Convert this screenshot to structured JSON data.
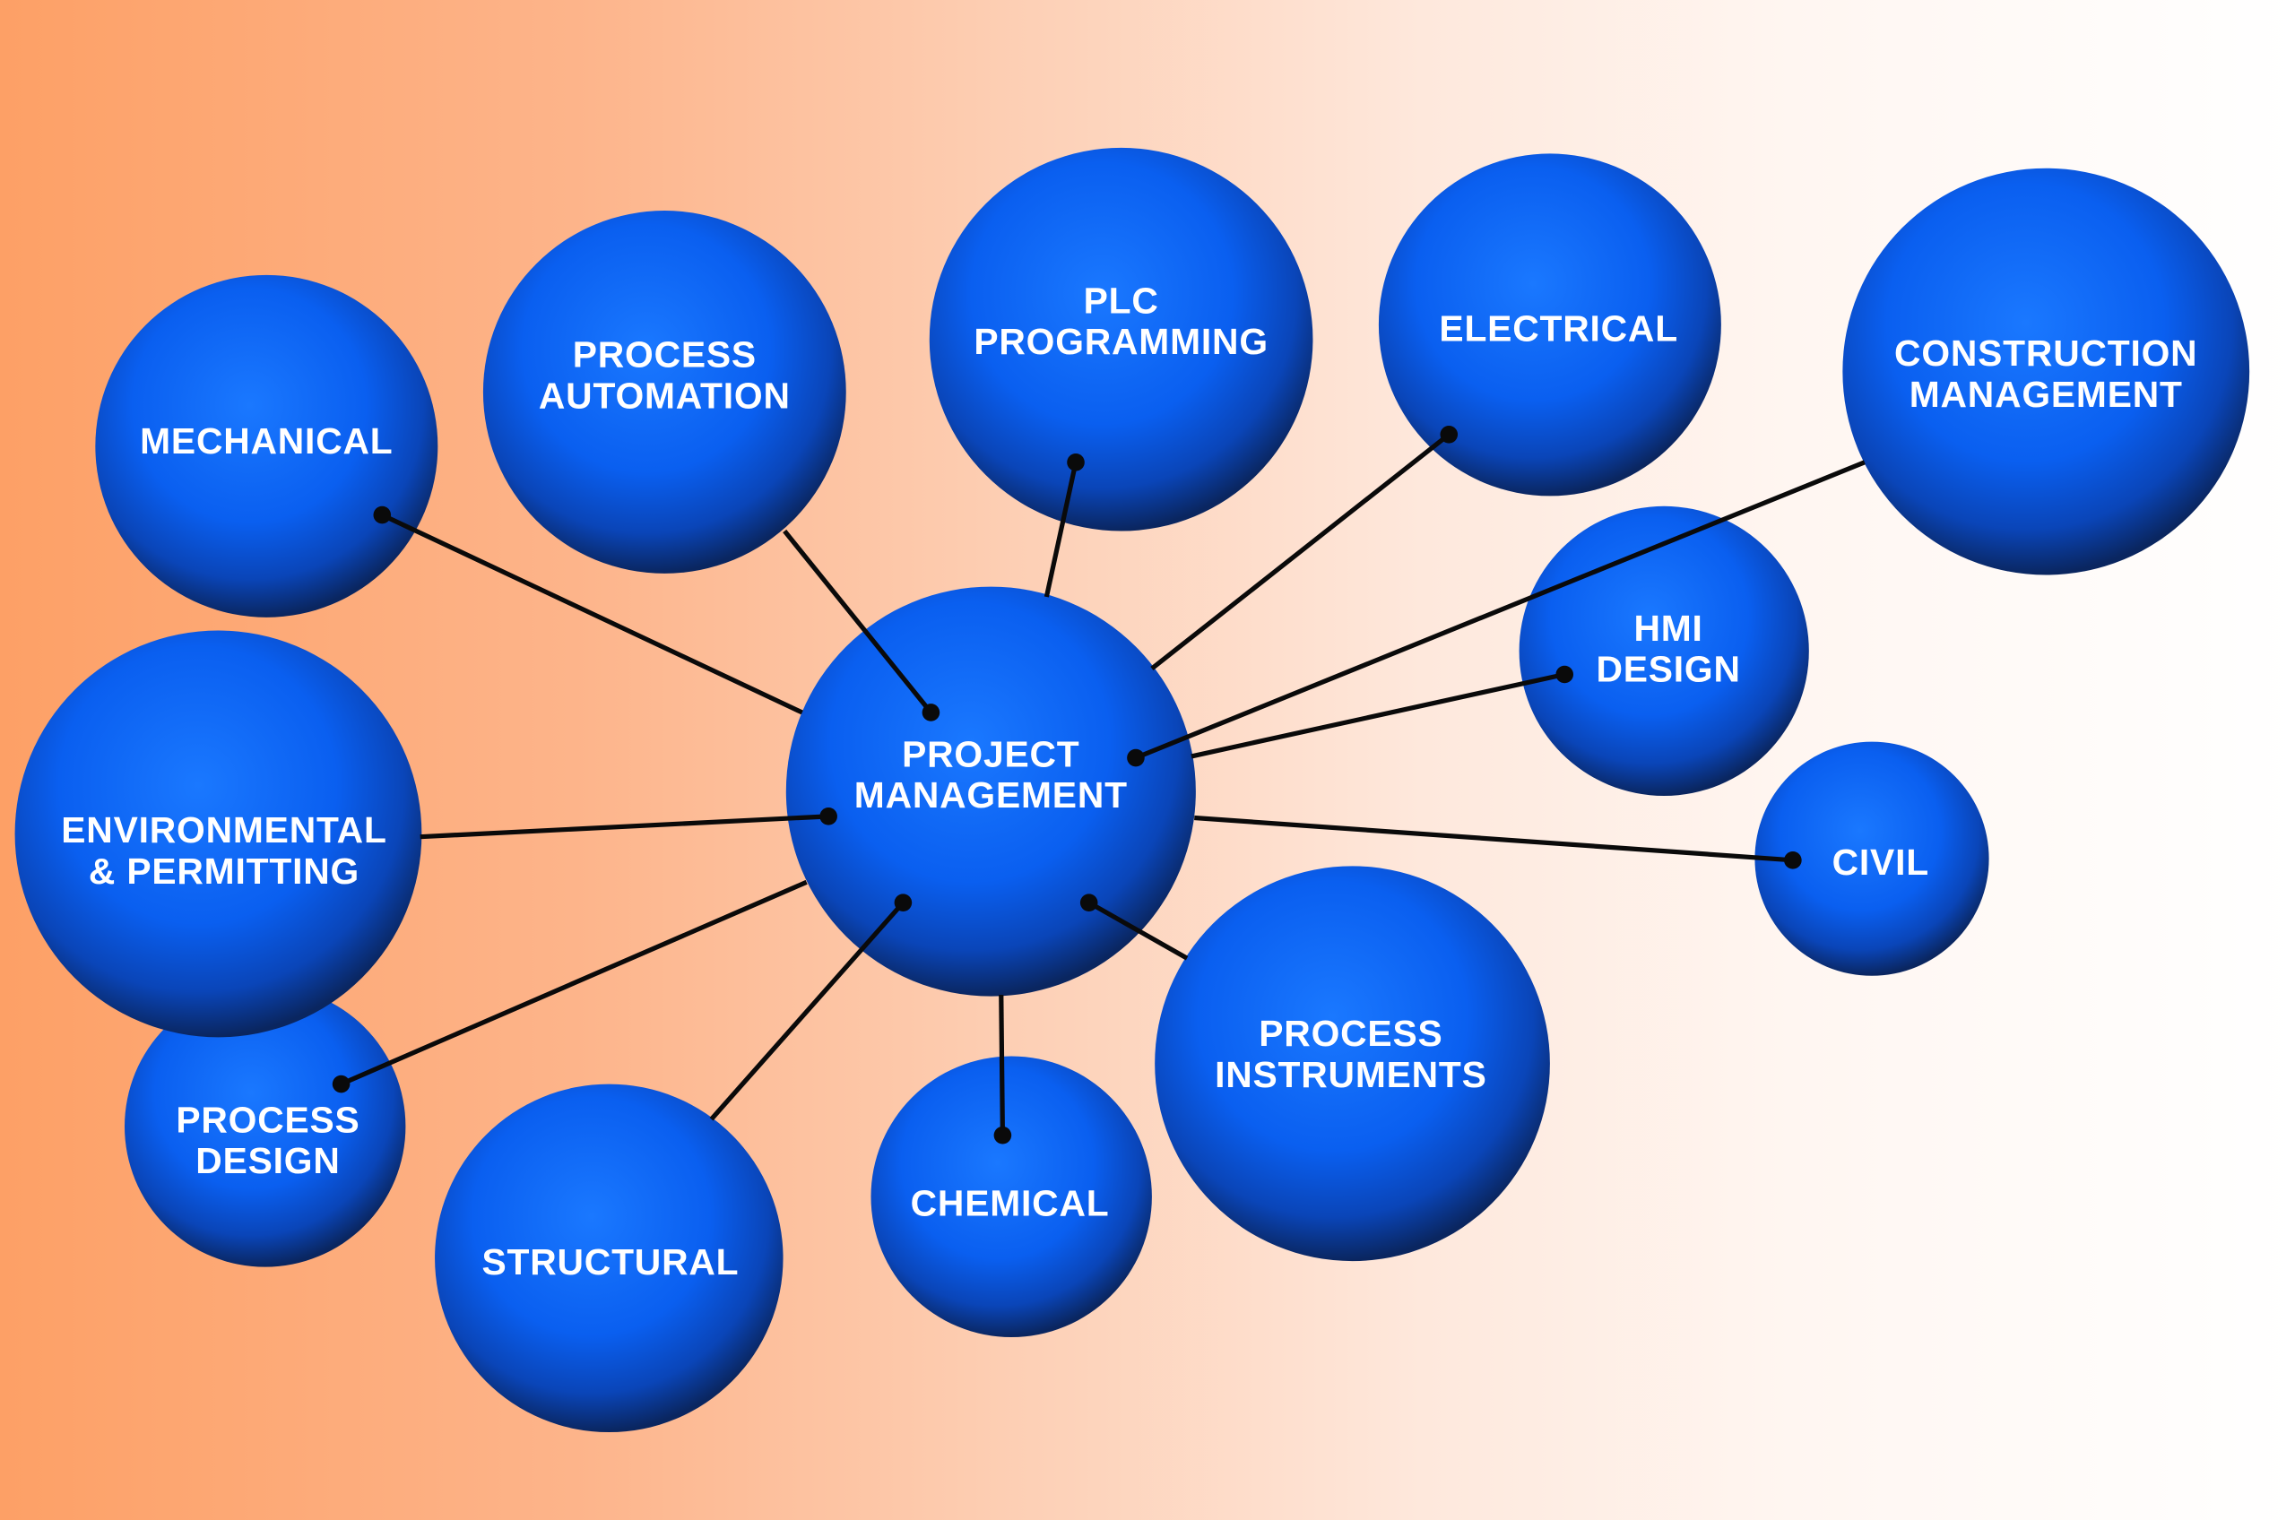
{
  "diagram": {
    "center": {
      "line1": "PROJECT",
      "line2": "MANAGEMENT"
    },
    "nodes": {
      "mechanical": {
        "line1": "MECHANICAL"
      },
      "process_automation": {
        "line1": "PROCESS",
        "line2": "AUTOMATION"
      },
      "plc_programming": {
        "line1": "PLC",
        "line2": "PROGRAMMING"
      },
      "electrical": {
        "line1": "ELECTRICAL"
      },
      "construction_management": {
        "line1": "CONSTRUCTION",
        "line2": "MANAGEMENT"
      },
      "hmi_design": {
        "line1": "HMI",
        "line2": "DESIGN"
      },
      "civil": {
        "line1": "CIVIL"
      },
      "environmental": {
        "line1": "ENVIRONMENTAL",
        "line2": "& PERMITTING"
      },
      "process_design": {
        "line1": "PROCESS",
        "line2": "DESIGN"
      },
      "structural": {
        "line1": "STRUCTURAL"
      },
      "chemical": {
        "line1": "CHEMICAL"
      },
      "process_instruments": {
        "line1": "PROCESS",
        "line2": "INSTRUMENTS"
      }
    },
    "colors": {
      "sphere_light": "#1a78ff",
      "sphere_mid": "#0a55e0",
      "sphere_dark": "#0a2660",
      "connector": "#0a0a0a"
    }
  }
}
